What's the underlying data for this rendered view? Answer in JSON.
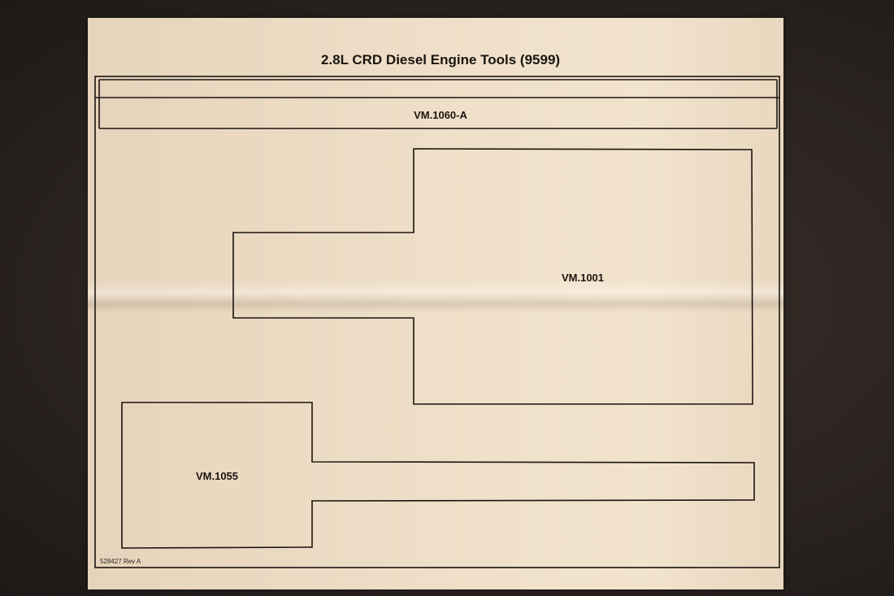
{
  "title": "2.8L CRD Diesel Engine Tools (9599)",
  "tools": [
    {
      "label": "VM.1060-A"
    },
    {
      "label": "VM.1001"
    },
    {
      "label": "VM.1055"
    }
  ],
  "part_number": "528427 Rev A"
}
